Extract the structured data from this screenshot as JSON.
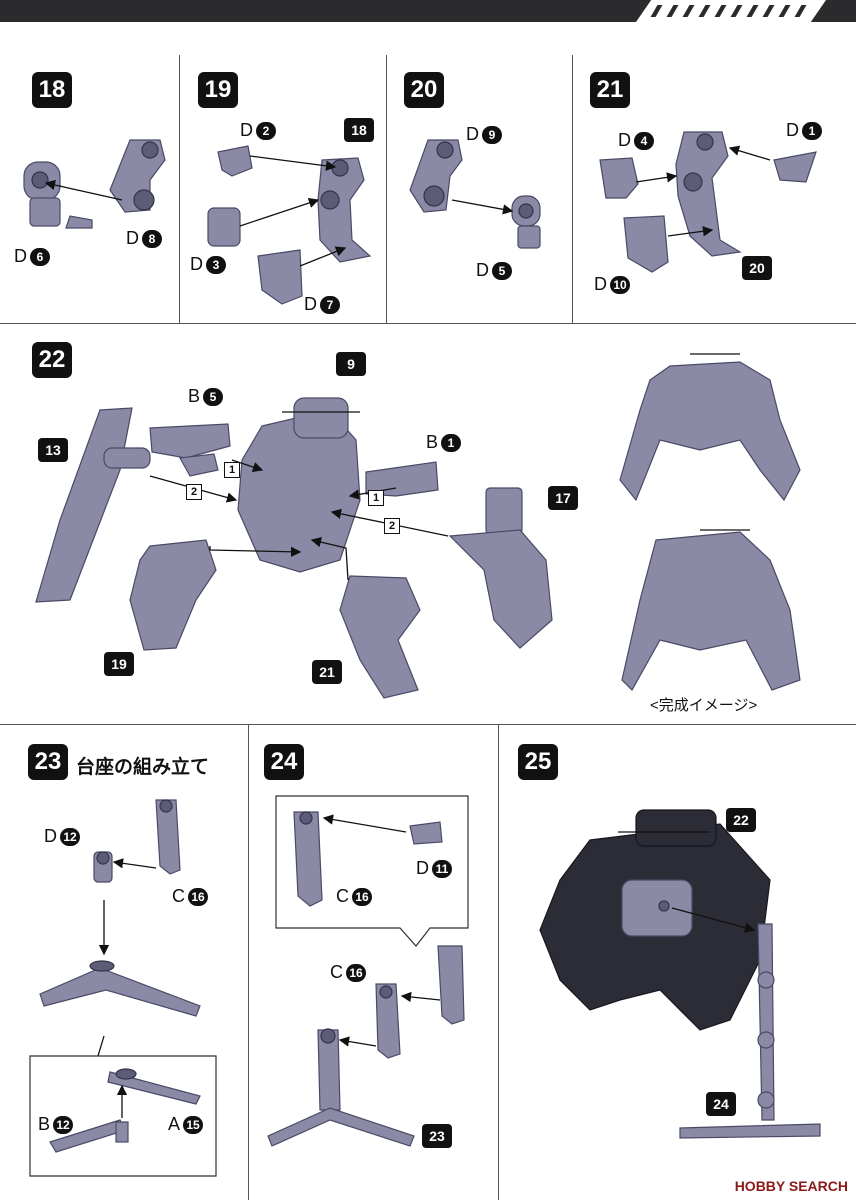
{
  "steps": {
    "s18": "18",
    "s19": "19",
    "s20": "20",
    "s21": "21",
    "s22": "22",
    "s23": "23",
    "s24": "24",
    "s25": "25"
  },
  "step23_title": "台座の組み立て",
  "labels": {
    "d6": {
      "letter": "D",
      "num": "6"
    },
    "d8": {
      "letter": "D",
      "num": "8"
    },
    "d2": {
      "letter": "D",
      "num": "2"
    },
    "d3": {
      "letter": "D",
      "num": "3"
    },
    "d7": {
      "letter": "D",
      "num": "7"
    },
    "d9": {
      "letter": "D",
      "num": "9"
    },
    "d5": {
      "letter": "D",
      "num": "5"
    },
    "d4": {
      "letter": "D",
      "num": "4"
    },
    "d1": {
      "letter": "D",
      "num": "1"
    },
    "d10": {
      "letter": "D",
      "num": "10"
    },
    "b5": {
      "letter": "B",
      "num": "5"
    },
    "b1": {
      "letter": "B",
      "num": "1"
    },
    "d12": {
      "letter": "D",
      "num": "12"
    },
    "c16a": {
      "letter": "C",
      "num": "16"
    },
    "b12": {
      "letter": "B",
      "num": "12"
    },
    "a15": {
      "letter": "A",
      "num": "15"
    },
    "d11": {
      "letter": "D",
      "num": "11"
    },
    "c16b": {
      "letter": "C",
      "num": "16"
    },
    "c16c": {
      "letter": "C",
      "num": "16"
    }
  },
  "refs": {
    "r18": "18",
    "r20": "20",
    "r9": "9",
    "r13": "13",
    "r17": "17",
    "r19": "19",
    "r21": "21",
    "r22": "22",
    "r23": "23",
    "r24": "24"
  },
  "sub_numbers": {
    "one_a": "1",
    "one_b": "1",
    "two_a": "2",
    "two_b": "2"
  },
  "completed_caption": "<完成イメージ>",
  "watermark": "HOBBY SEARCH",
  "colors": {
    "part": "#8a8aa6",
    "dark": "#2c2c36",
    "bar": "#2b2b2e"
  }
}
